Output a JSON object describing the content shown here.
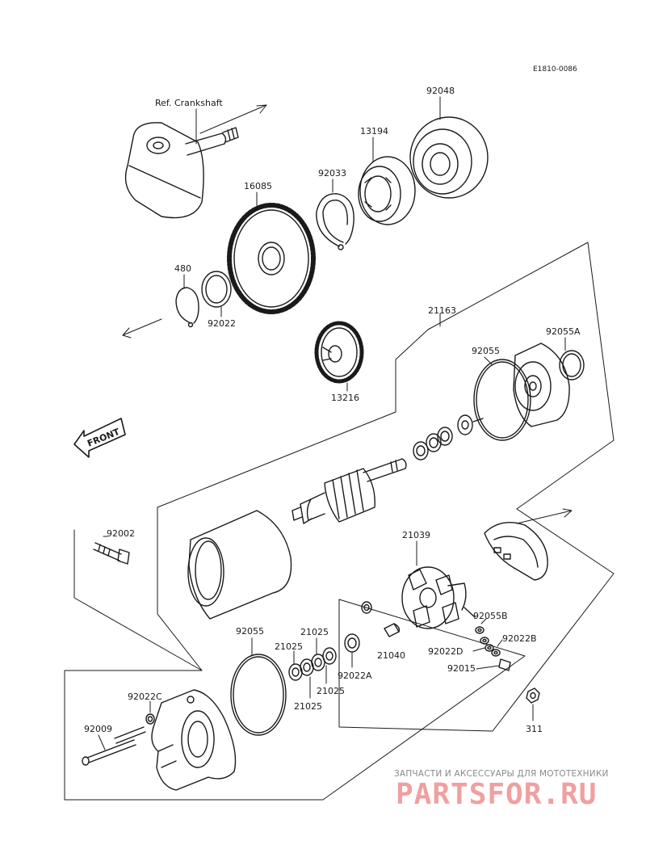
{
  "diagram_code": "E1810-0086",
  "front_label": "FRONT",
  "labels": {
    "ref_crankshaft": "Ref. Crankshaft",
    "p92048": "92048",
    "p13194": "13194",
    "p92033": "92033",
    "p16085": "16085",
    "p480": "480",
    "p92022": "92022",
    "p21163": "21163",
    "p92055A": "92055A",
    "p92055_top": "92055",
    "p13216": "13216",
    "p92002": "92002",
    "p21039": "21039",
    "p92055B": "92055B",
    "p92022B": "92022B",
    "p92022D": "92022D",
    "p92015": "92015",
    "p21040": "21040",
    "p92055_bottom": "92055",
    "p21025_a": "21025",
    "p21025_b": "21025",
    "p21025_c": "21025",
    "p21025_d": "21025",
    "p92022A": "92022A",
    "p92022C": "92022C",
    "p92009": "92009",
    "p311": "311"
  },
  "watermark": {
    "subtitle": "ЗАПЧАСТИ И АКСЕССУАРЫ ДЛЯ МОТОТЕХНИКИ",
    "brand": "PARTSFOR.RU"
  }
}
